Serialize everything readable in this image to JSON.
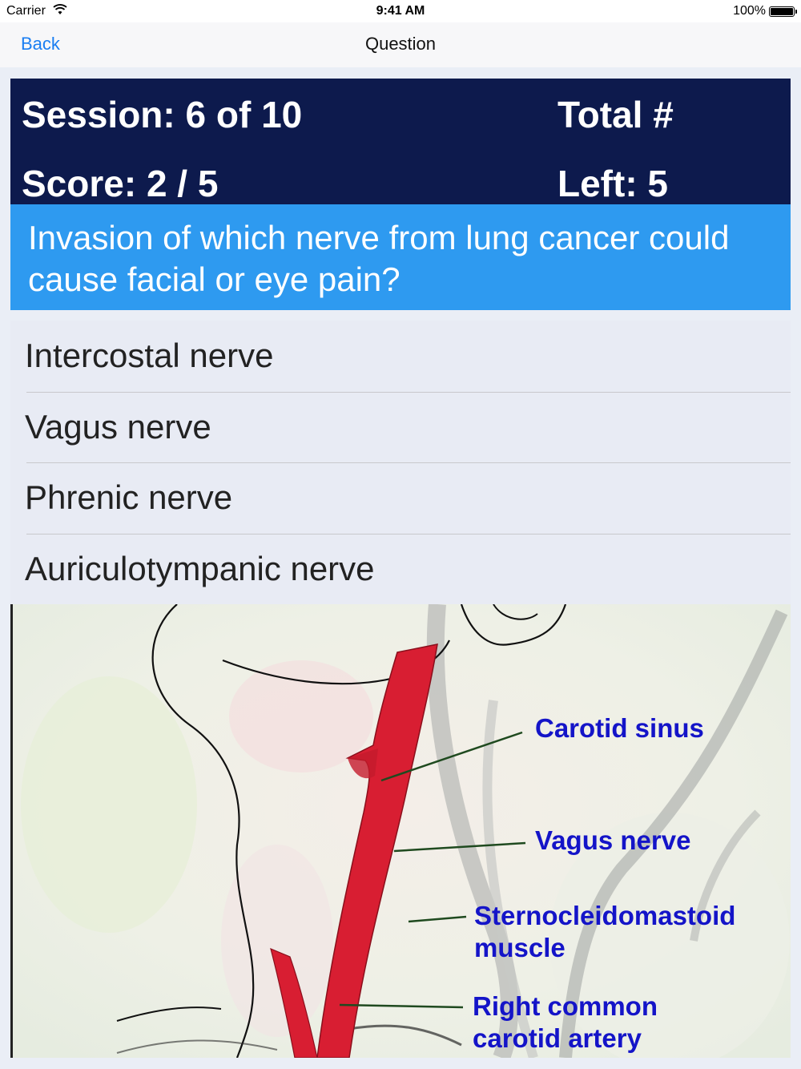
{
  "status_bar": {
    "carrier": "Carrier",
    "time": "9:41 AM",
    "battery": "100%"
  },
  "nav": {
    "back_label": "Back",
    "title": "Question"
  },
  "score_panel": {
    "session": "Session: 6 of 10",
    "score": "Score: 2 / 5",
    "total": "Total #",
    "left": "Left: 5"
  },
  "question": {
    "text": "Invasion of which nerve from lung cancer could cause facial or eye pain?"
  },
  "answers": [
    {
      "label": "Intercostal nerve"
    },
    {
      "label": "Vagus nerve"
    },
    {
      "label": "Phrenic nerve"
    },
    {
      "label": "Auriculotympanic nerve"
    }
  ],
  "figure": {
    "labels": {
      "carotid_sinus": "Carotid sinus",
      "vagus_nerve": "Vagus nerve",
      "sternocleidomastoid_1": "Sternocleidomastoid",
      "sternocleidomastoid_2": "muscle",
      "right_common_1": "Right common",
      "right_common_2": "carotid artery"
    },
    "colors": {
      "artery": "#d81e32",
      "label": "#1414c8",
      "leader": "#1f4a1f"
    }
  }
}
